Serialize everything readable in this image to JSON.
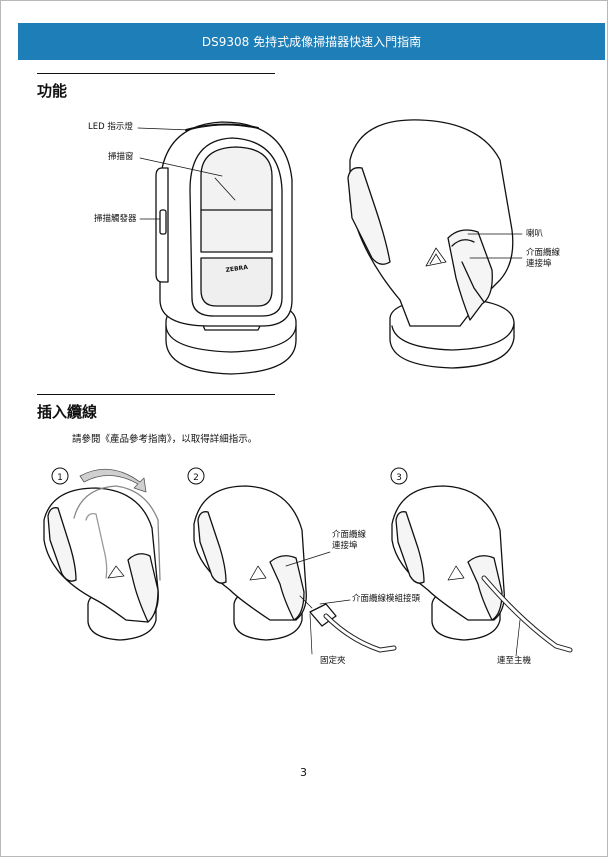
{
  "header": {
    "title": "DS9308 免持式成像掃描器快速入門指南"
  },
  "features": {
    "title": "功能",
    "labels": {
      "led": "LED 指示燈",
      "scan_window": "掃描窗",
      "scan_trigger": "掃描觸發器",
      "speaker": "喇叭",
      "interface_port": [
        "介面纜線",
        "連接埠"
      ]
    }
  },
  "cable": {
    "title": "插入纜線",
    "body": "請參閱《產品參考指南》，以取得詳細指示。",
    "steps": [
      "1",
      "2",
      "3"
    ],
    "labels": {
      "interface_port": [
        "介面纜線",
        "連接埠"
      ],
      "cable_connector": "介面纜線模組接頭",
      "retaining_clip": "固定夾",
      "to_host": "連至主機"
    }
  },
  "brand": "ZEBRA",
  "page_number": "3"
}
